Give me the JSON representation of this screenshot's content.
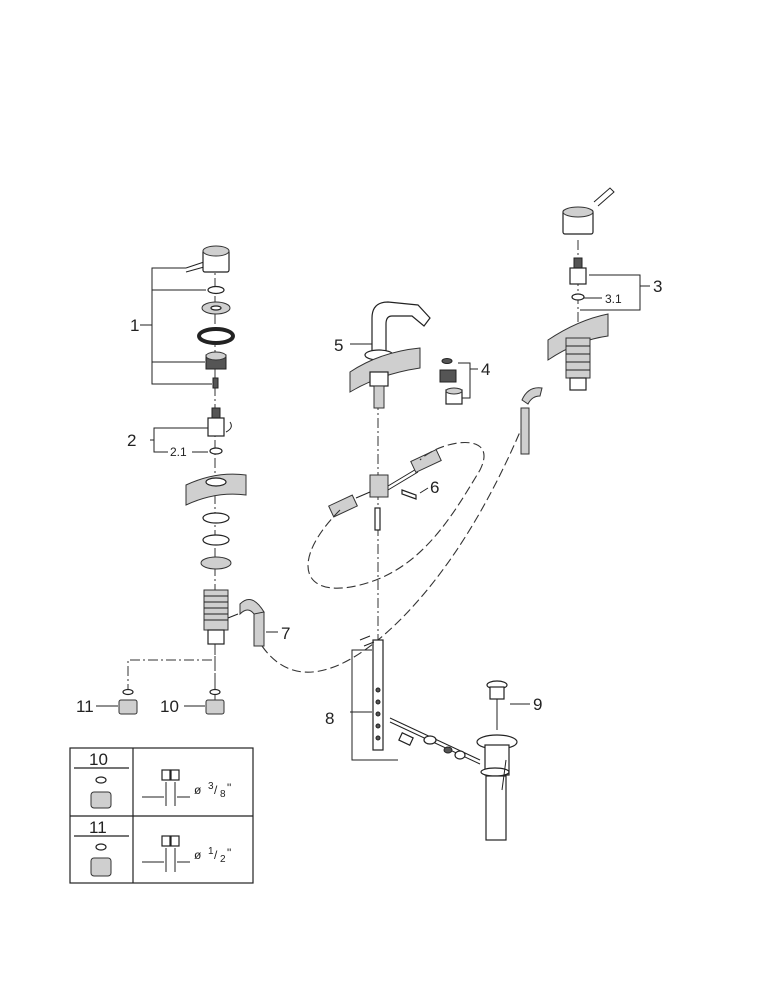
{
  "callouts": {
    "c1": "1",
    "c2": "2",
    "c2_1": "2.1",
    "c3": "3",
    "c3_1": "3.1",
    "c4": "4",
    "c5": "5",
    "c6": "6",
    "c7": "7",
    "c8": "8",
    "c9": "9",
    "c10": "10",
    "c11": "11"
  },
  "table": {
    "row10": {
      "num": "10",
      "dia": "ø",
      "frac_num": "3",
      "frac_den": "8",
      "unit": "\""
    },
    "row11": {
      "num": "11",
      "dia": "ø",
      "frac_num": "1",
      "frac_den": "2",
      "unit": "\""
    }
  }
}
